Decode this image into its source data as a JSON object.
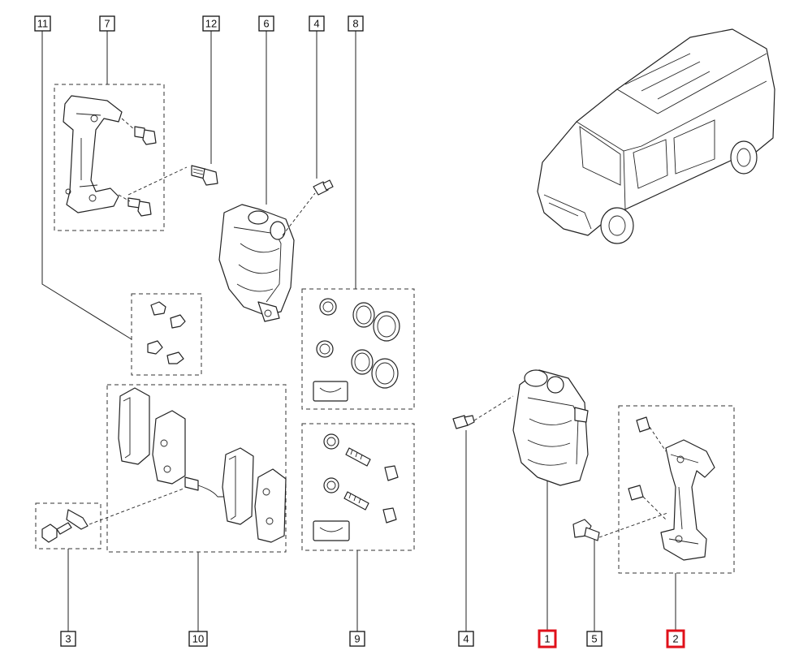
{
  "callouts": [
    {
      "id": "11",
      "text": "11",
      "highlighted": false
    },
    {
      "id": "7",
      "text": "7",
      "highlighted": false
    },
    {
      "id": "12",
      "text": "12",
      "highlighted": false
    },
    {
      "id": "6",
      "text": "6",
      "highlighted": false
    },
    {
      "id": "4a",
      "text": "4",
      "highlighted": false
    },
    {
      "id": "8",
      "text": "8",
      "highlighted": false
    },
    {
      "id": "3",
      "text": "3",
      "highlighted": false
    },
    {
      "id": "10",
      "text": "10",
      "highlighted": false
    },
    {
      "id": "9",
      "text": "9",
      "highlighted": false
    },
    {
      "id": "4b",
      "text": "4",
      "highlighted": false
    },
    {
      "id": "1",
      "text": "1",
      "highlighted": true
    },
    {
      "id": "5",
      "text": "5",
      "highlighted": false
    },
    {
      "id": "2",
      "text": "2",
      "highlighted": true
    }
  ],
  "colors": {
    "highlight": "#e0101a",
    "line": "#222222",
    "background": "#ffffff"
  }
}
